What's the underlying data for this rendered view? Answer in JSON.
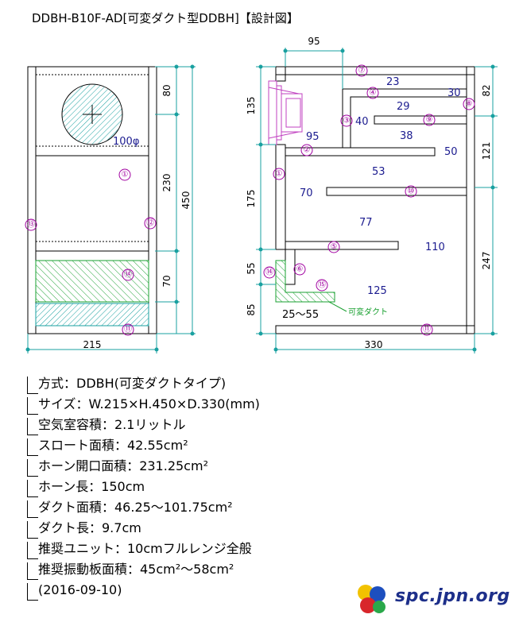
{
  "title": "DDBH-B10F-AD[可変ダクト型DDBH]【設計図】",
  "front": {
    "dims": {
      "top": "80",
      "mid": "230",
      "bottom_lo": "70",
      "height": "450",
      "width": "215"
    },
    "speaker": "100φ",
    "markers": [
      "①",
      "⑫",
      "⑬",
      "⑭",
      "⑪"
    ]
  },
  "side": {
    "dims": {
      "top_95": "95",
      "left_135": "135",
      "left_175": "175",
      "left_55": "55",
      "left_85": "85",
      "right_82": "82",
      "right_121": "121",
      "right_247": "247",
      "width": "330"
    },
    "inner": [
      "23",
      "30",
      "29",
      "40",
      "38",
      "95",
      "50",
      "53",
      "70",
      "77",
      "110",
      "125",
      "25～55"
    ],
    "duct_label": "可変ダクト",
    "markers": [
      "⑦",
      "④",
      "⑧",
      "③",
      "⑨",
      "②",
      "①",
      "⑩",
      "⑤",
      "⑥",
      "⑭",
      "⑮",
      "⑪"
    ]
  },
  "specs": [
    "方式：DDBH(可変ダクトタイプ)",
    "サイズ：W.215×H.450×D.330(mm)",
    "空気室容積：2.1リットル",
    "スロート面積：42.55cm²",
    "ホーン開口面積：231.25cm²",
    "ホーン長：150cm",
    "ダクト面積：46.25～101.75cm²",
    "ダクト長：9.7cm",
    "推奨ユニット：10cmフルレンジ全般",
    "推奨振動板面積：45cm²～58cm²",
    "(2016-09-10)"
  ],
  "logo": {
    "text": "spc.jpn.org"
  },
  "colors": {
    "hatch": "#19a030",
    "marker": "#a000a0",
    "dim": "#19a0a0",
    "label": "#1b1b8f",
    "duct": "#19a030"
  }
}
